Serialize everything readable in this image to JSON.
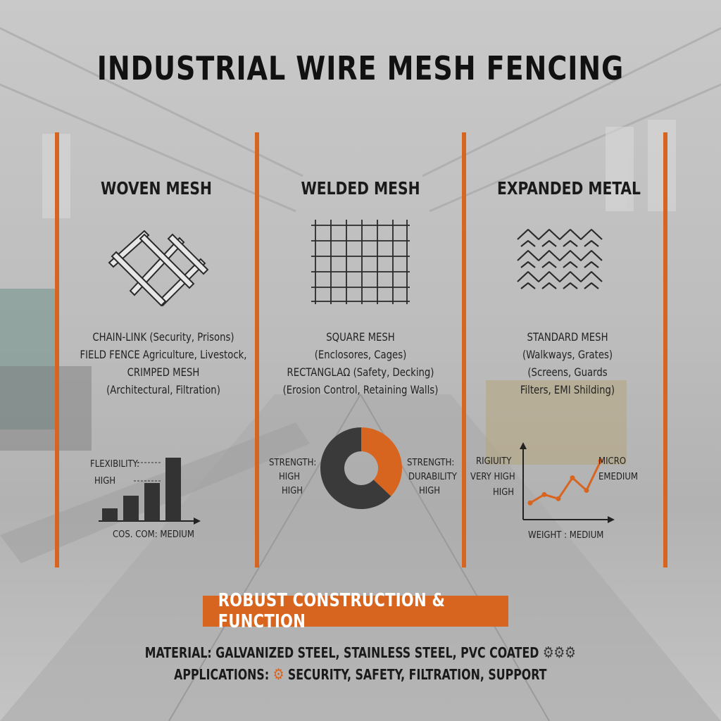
{
  "title": "INDUSTRIAL WIRE MESH FENCING",
  "columns": [
    {
      "heading": "WOVEN MESH",
      "icon": "woven-mesh-icon",
      "lines": [
        "CHAIN-LINK (Security, Prisons)",
        "FIELD FENCE Agriculture, Livestock,",
        "CRIMPED MESH",
        "(Architectural, Filtration)"
      ],
      "chart_labels": {
        "flex": "FLEXIBILITY:",
        "high": "HIGH",
        "cost": "COS. COM: MEDIUM"
      }
    },
    {
      "heading": "WELDED MESH",
      "icon": "welded-grid-icon",
      "lines": [
        "SQUARE MESH",
        "(Enclosores, Cages)",
        "RECTANGLAΩ (Safety, Decking)",
        "(Erosion Control, Retaining Walls)"
      ],
      "chart_labels": {
        "l1": "STRENGTH:",
        "l2": "HIGH",
        "l3": "HIGH",
        "r1": "STRENGTH:",
        "r2": "DURABILITY",
        "r3": "HIGH"
      }
    },
    {
      "heading": "EXPANDED METAL",
      "icon": "expanded-metal-icon",
      "lines": [
        "STANDARD MESH",
        "(Walkways, Grates)",
        "(Screens, Guards",
        "Filters, EMI Shilding)"
      ],
      "chart_labels": {
        "l1": "RIGIUITY",
        "l2": "VERY HIGH",
        "l3": "HIGH",
        "r1": "MICRO",
        "r2": "EMEDIUM",
        "x": "WEIGHT : MEDIUM"
      }
    }
  ],
  "banner": "ROBUST CONSTRUCTION & FUNCTION",
  "footer": {
    "material": "MATERIAL:  GALVANIZED STEEL, STAINLESS STEEL,  PVC COATED",
    "applications_label": "APPLICATIONS:",
    "applications": "SECURITY,  SAFETY,  FILTRATION,  SUPPORT"
  },
  "colors": {
    "accent": "#d8651f",
    "dark": "#3a3a3a",
    "text": "#1c1c1c"
  },
  "chart_data": [
    {
      "type": "bar",
      "categories": [
        "",
        "",
        "",
        ""
      ],
      "values": [
        1,
        2,
        3,
        5
      ],
      "xlabel": "COS. COM: MEDIUM",
      "ylabel": "FLEXIBILITY:"
    },
    {
      "type": "pie",
      "values": [
        37,
        63
      ],
      "colors": [
        "#d8651f",
        "#3a3a3a"
      ]
    },
    {
      "type": "line",
      "x": [
        1,
        2,
        3,
        4,
        5,
        6
      ],
      "y": [
        2,
        3,
        2.5,
        5,
        3.5,
        7
      ],
      "xlabel": "WEIGHT : MEDIUM",
      "ylabel": "RIGIUITY"
    }
  ]
}
